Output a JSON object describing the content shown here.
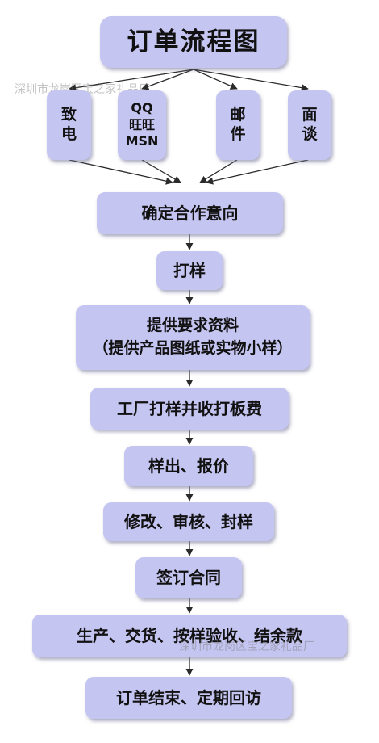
{
  "title": "订单流程图",
  "contacts": [
    {
      "lines": [
        "致",
        "电"
      ]
    },
    {
      "lines": [
        "QQ",
        "旺旺",
        "MSN"
      ]
    },
    {
      "lines": [
        "邮",
        "件"
      ]
    },
    {
      "lines": [
        "面",
        "谈"
      ]
    }
  ],
  "steps": [
    {
      "lines": [
        "确定合作意向"
      ]
    },
    {
      "lines": [
        "打样"
      ]
    },
    {
      "lines": [
        "提供要求资料",
        "（提供产品图纸或实物小样）"
      ]
    },
    {
      "lines": [
        "工厂打样并收打板费"
      ]
    },
    {
      "lines": [
        "样出、报价"
      ]
    },
    {
      "lines": [
        "修改、审核、封样"
      ]
    },
    {
      "lines": [
        "签订合同"
      ]
    },
    {
      "lines": [
        "生产、交货、按样验收、结余款"
      ]
    },
    {
      "lines": [
        "订单结束、定期回访"
      ]
    }
  ],
  "watermarks": [
    "深圳市龙岗区宝之家礼品厂",
    "深圳市龙岗区宝之家礼品厂"
  ],
  "colors": {
    "box": "#c5c5f2",
    "arrow": "#2a2a2a"
  }
}
